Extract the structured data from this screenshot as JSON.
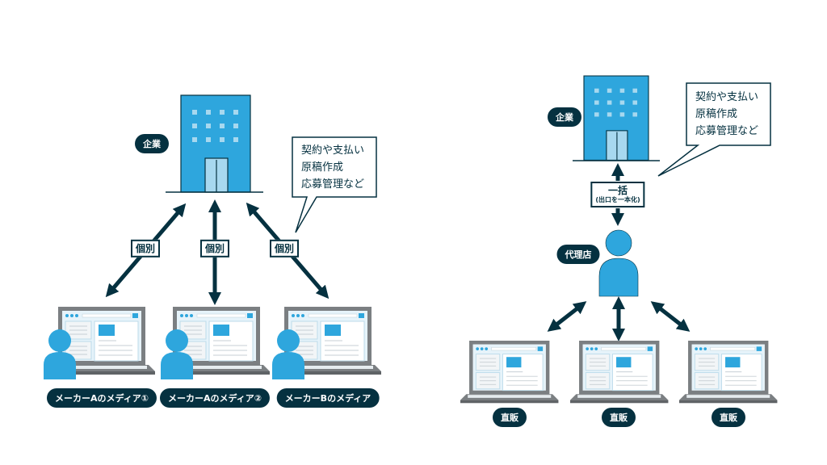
{
  "left_panel": {
    "title": "直販",
    "company_label": "企業",
    "bubble_lines": [
      "契約や支払い",
      "原稿作成",
      "応募管理など"
    ],
    "connection_label": "個別",
    "media": [
      {
        "label": "メーカーAのメディア①"
      },
      {
        "label": "メーカーAのメディア②"
      },
      {
        "label": "メーカーBのメディア"
      }
    ]
  },
  "right_panel": {
    "title": "求人広告代理店",
    "company_label": "企業",
    "bubble_lines": [
      "契約や支払い",
      "原稿作成",
      "応募管理など"
    ],
    "bulk_label": "一括",
    "bulk_sublabel": "(出口を一本化)",
    "agency_label": "代理店",
    "media": [
      {
        "label": "直販"
      },
      {
        "label": "直販"
      },
      {
        "label": "直販"
      }
    ]
  },
  "colors": {
    "dark": "#053140",
    "blue": "#2ea6dd",
    "light_blue": "#a7d8ef",
    "panel_bg": "#eef3f8",
    "laptop_gray": "#7b7f82"
  }
}
